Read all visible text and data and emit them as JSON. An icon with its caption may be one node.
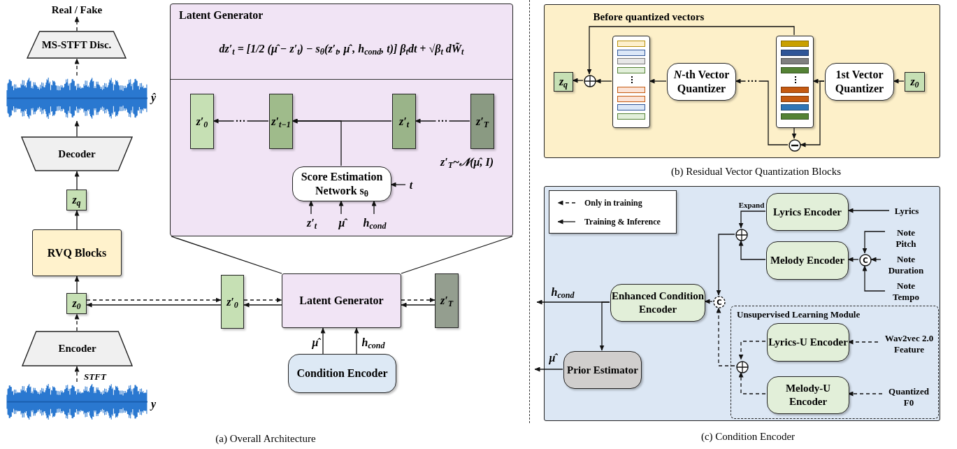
{
  "diagram": {
    "nodes": [
      {
        "text": [
          "Real / Fake"
        ]
      },
      {
        "text": [
          "MS-STFT Disc."
        ]
      },
      {
        "text": [],
        "shape": "picture",
        "beside": [
          "ŷ"
        ]
      },
      {
        "text": [
          "Decoder"
        ]
      },
      {
        "text": [
          "z$_{q}$"
        ]
      },
      {
        "text": [
          "RVQ Blocks"
        ]
      },
      {
        "text": [
          "z$_{0}$"
        ]
      },
      {
        "text": [
          "Encoder"
        ]
      },
      {
        "text": [],
        "shape": "picture",
        "beside": [
          "y"
        ]
      },
      {
        "text": [
          "Latent Generator",
          "dz′$_{t}$ = [1/2 (μ̂ − z′$_{t}$) − s$_{θ}$(z′$_{t}$, μ̂ , h$_{cond}$, t)] β$_{t}$dt + √β$_{t}$ dW̃$_{t}$"
        ]
      },
      {
        "text": [
          "z′$_{0}$"
        ],
        "in": 9
      },
      {
        "text": [
          "z′$_{t−1}$"
        ],
        "in": 9
      },
      {
        "text": [
          "z′$_{t}$"
        ],
        "in": 9
      },
      {
        "text": [
          "z′$_{T}$"
        ],
        "in": 9,
        "beside": [
          "z′$_{T}$~𝒩(μ̂, I)"
        ]
      },
      {
        "text": [
          "Score Estimation Network s$_{θ}$"
        ],
        "in": 9
      },
      {
        "text": [
          "z′$_{t}$"
        ],
        "in": 9
      },
      {
        "text": [
          "μ̂"
        ],
        "in": 9
      },
      {
        "text": [
          "h$_{cond}$"
        ],
        "in": 9
      },
      {
        "text": [
          "t"
        ],
        "in": 9
      },
      {
        "text": [
          "z′$_{0}$"
        ]
      },
      {
        "text": [
          "Latent Generator"
        ]
      },
      {
        "text": [
          "z′$_{T}$"
        ]
      },
      {
        "text": [
          "Condition Encoder"
        ]
      },
      {
        "text": [],
        "shape": "box"
      },
      {
        "text": [
          "z$_{q}$"
        ],
        "in": 23
      },
      {
        "text": [],
        "shape": "circle",
        "in": 23
      },
      {
        "text": [],
        "shape": "box",
        "in": 23
      },
      {
        "text": [
          "*N*-th Vector Quantizer"
        ],
        "in": 23
      },
      {
        "text": [],
        "shape": "box",
        "in": 23
      },
      {
        "text": [],
        "shape": "circle",
        "in": 23
      },
      {
        "text": [
          "1st Vector Quantizer"
        ],
        "in": 23
      },
      {
        "text": [
          "z$_{0}$"
        ],
        "in": 23
      },
      {
        "text": [],
        "shape": "box"
      },
      {
        "text": [
          "Lyrics Encoder"
        ],
        "in": 32
      },
      {
        "text": [],
        "shape": "circle",
        "in": 32
      },
      {
        "text": [
          "Melody Encoder"
        ],
        "in": 32
      },
      {
        "text": [
          "C"
        ],
        "in": 32
      },
      {
        "text": [
          "Lyrics"
        ],
        "in": 32
      },
      {
        "text": [
          "Note Pitch"
        ],
        "in": 32
      },
      {
        "text": [
          "Note Duration"
        ],
        "in": 32
      },
      {
        "text": [
          "Note Tempo"
        ],
        "in": 32
      },
      {
        "text": [
          "Enhanced Condition Encoder"
        ],
        "in": 32
      },
      {
        "text": [
          "C"
        ],
        "in": 32
      },
      {
        "text": [
          "Unsupervised Learning Module"
        ],
        "in": 32
      },
      {
        "text": [
          "Lyrics-U Encoder"
        ],
        "in": 43
      },
      {
        "text": [],
        "shape": "circle",
        "in": 43
      },
      {
        "text": [
          "Melody-U Encoder"
        ],
        "in": 43
      },
      {
        "text": [
          "Wav2vec 2.0 Feature"
        ],
        "in": 43
      },
      {
        "text": [
          "Quantized F0"
        ],
        "in": 43
      },
      {
        "text": [
          "Prior Estimator"
        ],
        "in": 32
      }
    ],
    "edges": [
      {
        "from": 8,
        "to": 7,
        "arrow": "to",
        "style": "dashed",
        "label": "STFT"
      },
      {
        "from": 7,
        "to": 6,
        "arrow": "to",
        "style": "dashed"
      },
      {
        "from": 6,
        "to": 5,
        "arrow": "to"
      },
      {
        "from": 5,
        "to": 4,
        "arrow": "to"
      },
      {
        "from": 4,
        "to": 3,
        "arrow": "to"
      },
      {
        "from": 3,
        "to": 2,
        "arrow": "to"
      },
      {
        "from": 2,
        "to": 1,
        "arrow": "to",
        "style": "dashed"
      },
      {
        "from": 1,
        "to": 0,
        "arrow": "to",
        "style": "dashed"
      },
      {
        "from": 6,
        "to": 19,
        "arrow": "to",
        "style": "dashed"
      },
      {
        "from": 19,
        "to": 20,
        "arrow": "to",
        "style": "dashed"
      },
      {
        "from": 20,
        "to": 19,
        "arrow": "to"
      },
      {
        "from": 19,
        "to": 6,
        "arrow": "to"
      },
      {
        "from": 20,
        "to": 21,
        "arrow": "to",
        "style": "dashed"
      },
      {
        "from": 21,
        "to": 20,
        "arrow": "to"
      },
      {
        "from": 22,
        "to": 20,
        "arrow": "to",
        "label": "μ̂"
      },
      {
        "from": 22,
        "to": 20,
        "arrow": "to",
        "label": "h$_{cond}$"
      },
      {
        "from": 20,
        "to": 9,
        "arrow": "none"
      },
      {
        "from": 20,
        "to": 9,
        "arrow": "none"
      },
      {
        "from": 13,
        "to": 12,
        "arrow": "to",
        "label": "···"
      },
      {
        "from": 12,
        "to": 11,
        "arrow": "to"
      },
      {
        "from": 11,
        "to": 10,
        "arrow": "to",
        "label": "···"
      },
      {
        "from": 14,
        "to": 11,
        "arrow": "to"
      },
      {
        "from": 15,
        "to": 14,
        "arrow": "to"
      },
      {
        "from": 16,
        "to": 14,
        "arrow": "to"
      },
      {
        "from": 17,
        "to": 14,
        "arrow": "to"
      },
      {
        "from": 18,
        "to": 14,
        "arrow": "to"
      },
      {
        "from": 31,
        "to": 30,
        "arrow": "to"
      },
      {
        "from": 30,
        "to": 28,
        "arrow": "to"
      },
      {
        "from": 28,
        "to": 29,
        "arrow": "to"
      },
      {
        "from": 30,
        "to": 29,
        "arrow": "to"
      },
      {
        "from": 29,
        "to": 27,
        "arrow": "to",
        "label": "···"
      },
      {
        "from": 27,
        "to": 26,
        "arrow": "to"
      },
      {
        "from": 26,
        "to": 25,
        "arrow": "to"
      },
      {
        "from": 25,
        "to": 24,
        "arrow": "to"
      },
      {
        "from": 28,
        "to": 25,
        "arrow": "to",
        "label": "Before quantized vectors"
      },
      {
        "from": 37,
        "to": 33,
        "arrow": "to"
      },
      {
        "from": 33,
        "to": 34,
        "arrow": "to",
        "label": "Expand"
      },
      {
        "from": 35,
        "to": 34,
        "arrow": "to"
      },
      {
        "from": 34,
        "to": 42,
        "arrow": "to"
      },
      {
        "from": 42,
        "to": 41,
        "arrow": "to"
      },
      {
        "from": 38,
        "to": 36,
        "arrow": "to"
      },
      {
        "from": 39,
        "to": 36,
        "arrow": "to"
      },
      {
        "from": 40,
        "to": 36,
        "arrow": "to"
      },
      {
        "from": 36,
        "to": 35,
        "arrow": "to"
      },
      {
        "from": 47,
        "to": 44,
        "arrow": "to",
        "style": "dashed"
      },
      {
        "from": 48,
        "to": 46,
        "arrow": "to",
        "style": "dashed"
      },
      {
        "from": 44,
        "to": 45,
        "arrow": "to",
        "style": "dashed"
      },
      {
        "from": 46,
        "to": 45,
        "arrow": "to",
        "style": "dashed"
      },
      {
        "from": 45,
        "to": 42,
        "arrow": "to",
        "style": "dashed"
      },
      {
        "from": 41,
        "to": null,
        "arrow": "to",
        "label": "h$_{cond}$"
      },
      {
        "from": 41,
        "to": 49,
        "arrow": "to"
      },
      {
        "from": 49,
        "to": null,
        "arrow": "to",
        "label": "μ̂"
      }
    ],
    "labels": [
      "(a) Overall Architecture",
      "(b) Residual Vector Quantization Blocks",
      "(c) Condition Encoder"
    ],
    "legend": [
      {
        "text": "Only in training"
      },
      {
        "text": "Training & Inference"
      }
    ]
  }
}
